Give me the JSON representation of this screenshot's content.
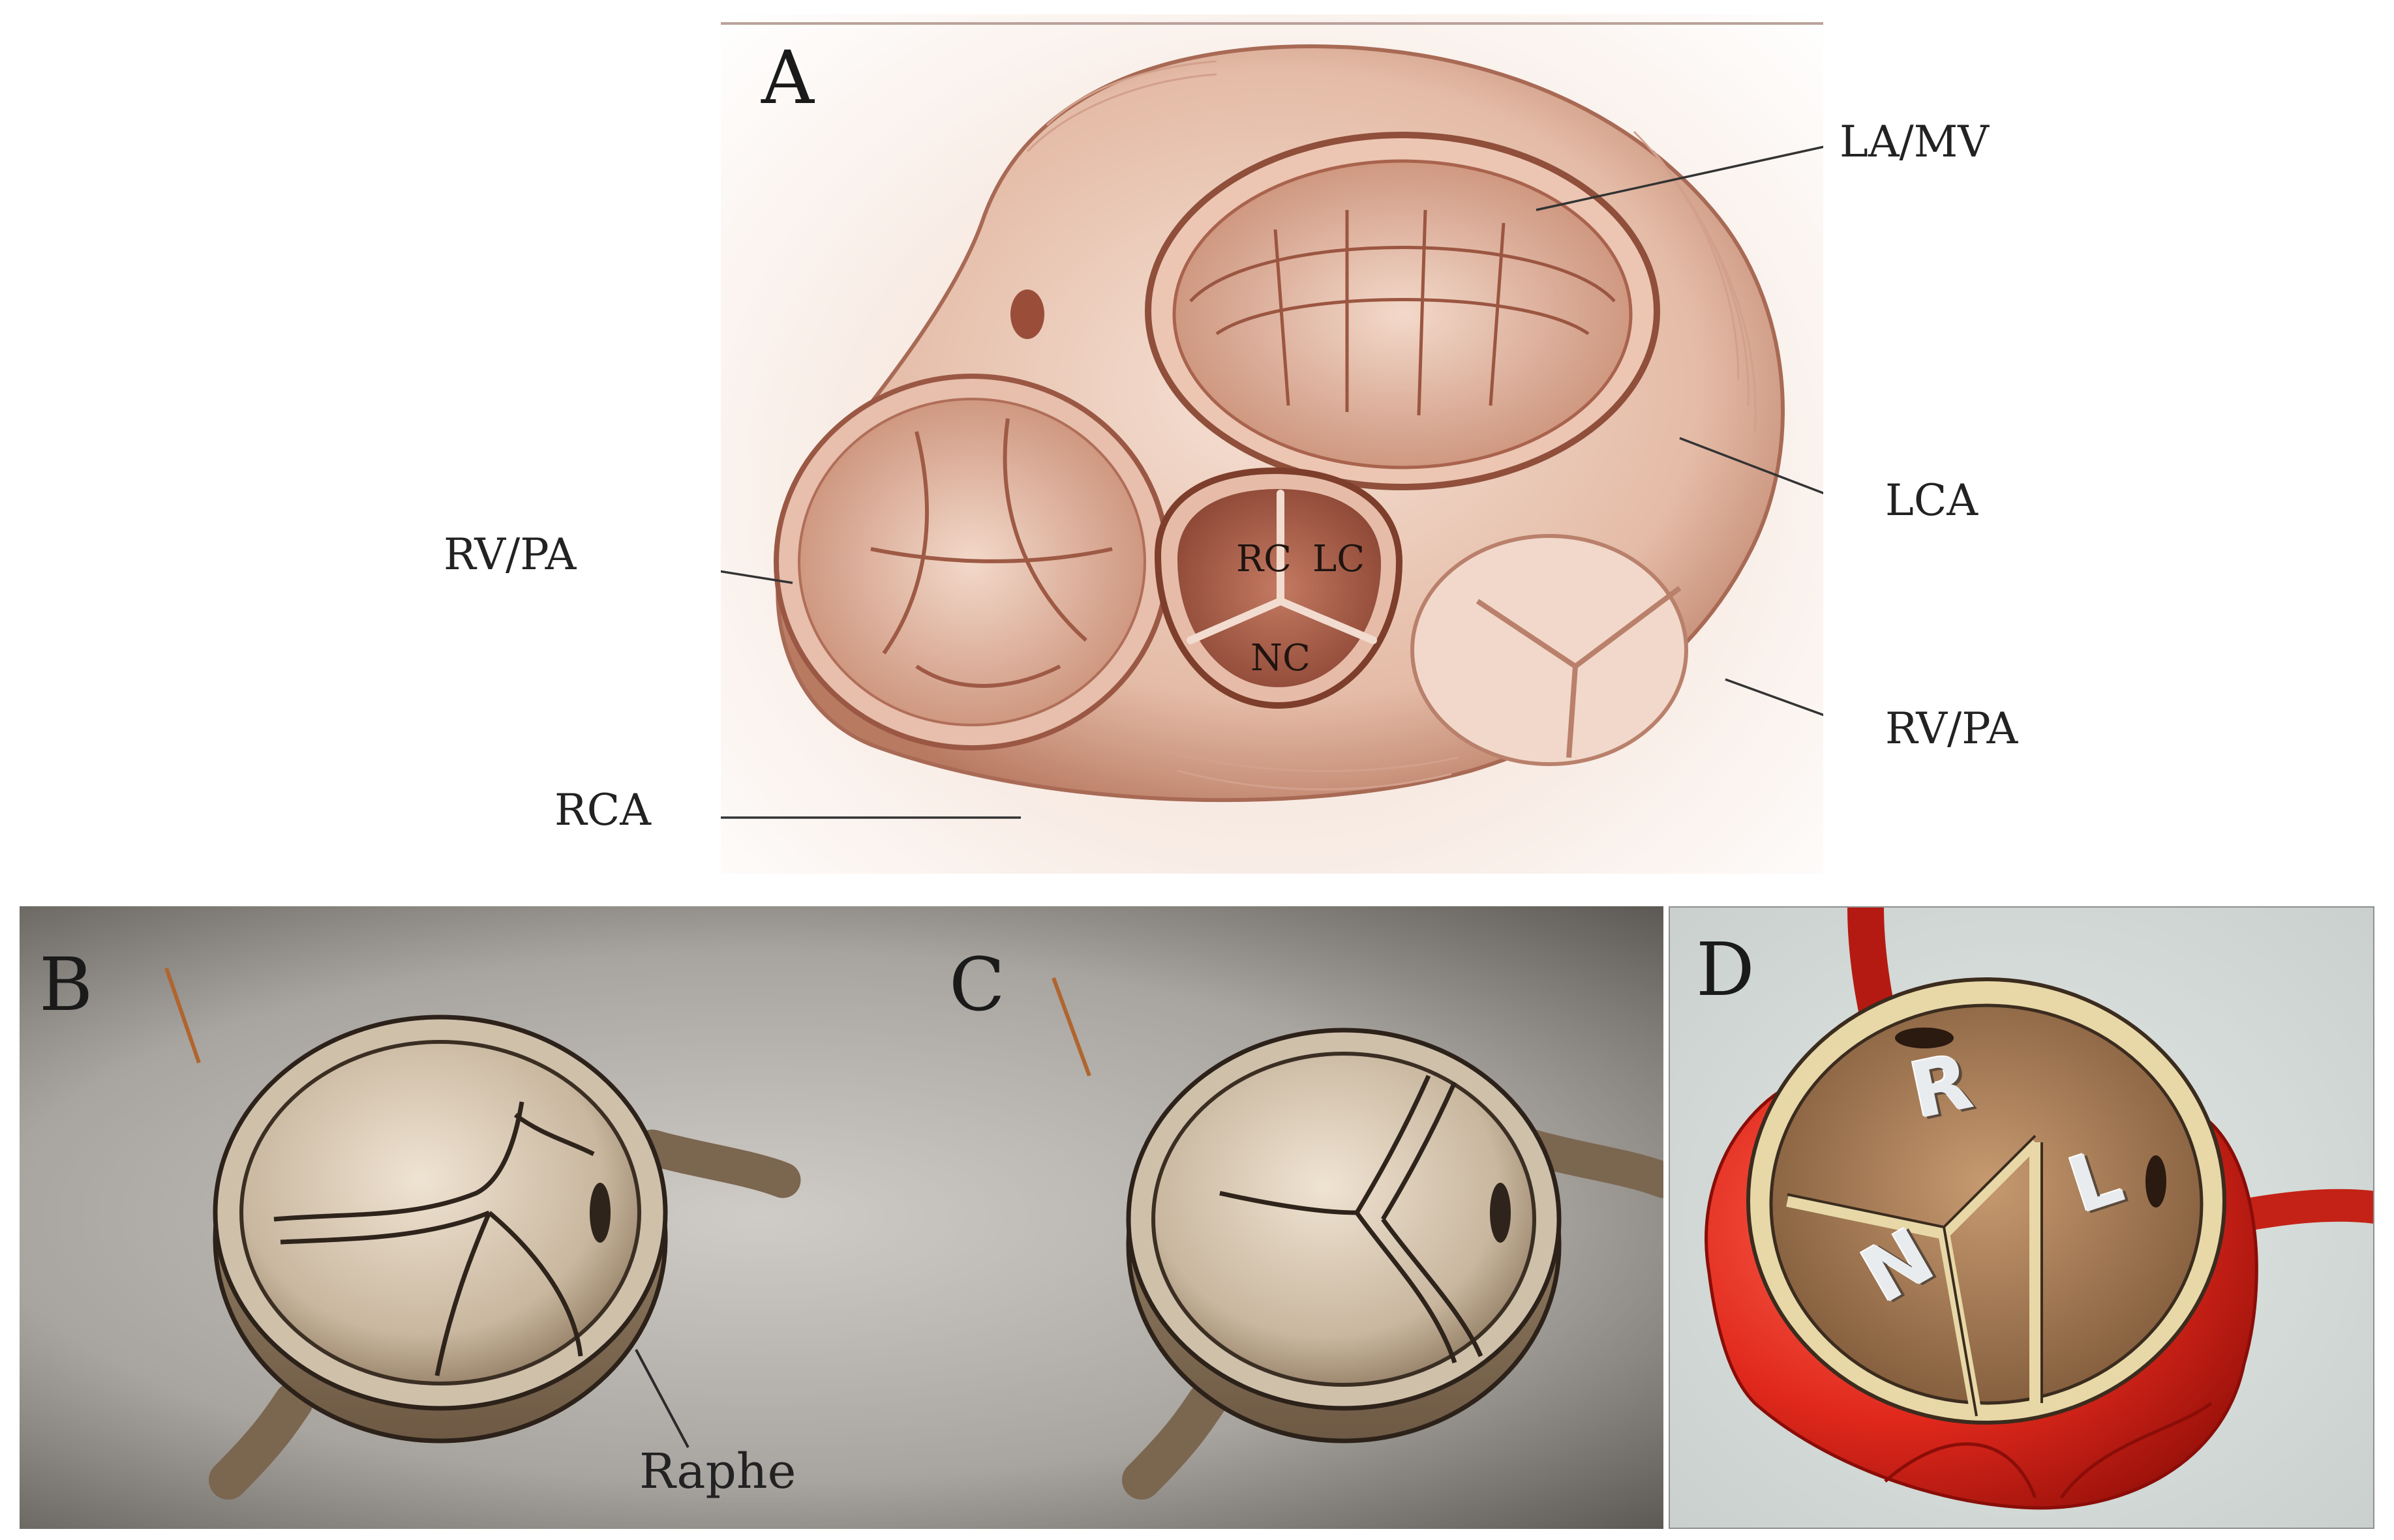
{
  "panels": {
    "a": {
      "letter": "A",
      "labels": {
        "la_mv": "LA/MV",
        "lca": "LCA",
        "rv_pa_left": "RV/PA",
        "rv_pa_right": "RV/PA",
        "rca": "RCA"
      },
      "cusps": {
        "rc": "RC",
        "lc": "LC",
        "nc": "NC"
      }
    },
    "b": {
      "letter": "B",
      "label": "Raphe"
    },
    "c": {
      "letter": "C"
    },
    "d": {
      "letter": "D",
      "cusps": {
        "r": "R",
        "l": "L",
        "n": "N"
      }
    }
  },
  "colors": {
    "tissue_a": "#e9c6b5",
    "tissue_a_dark": "#8a4a36",
    "sepia_valve": "#b8a68f",
    "sepia_dark": "#3b2f24",
    "aorta_red": "#d9261c",
    "annulus_cream": "#e8d8a8"
  }
}
